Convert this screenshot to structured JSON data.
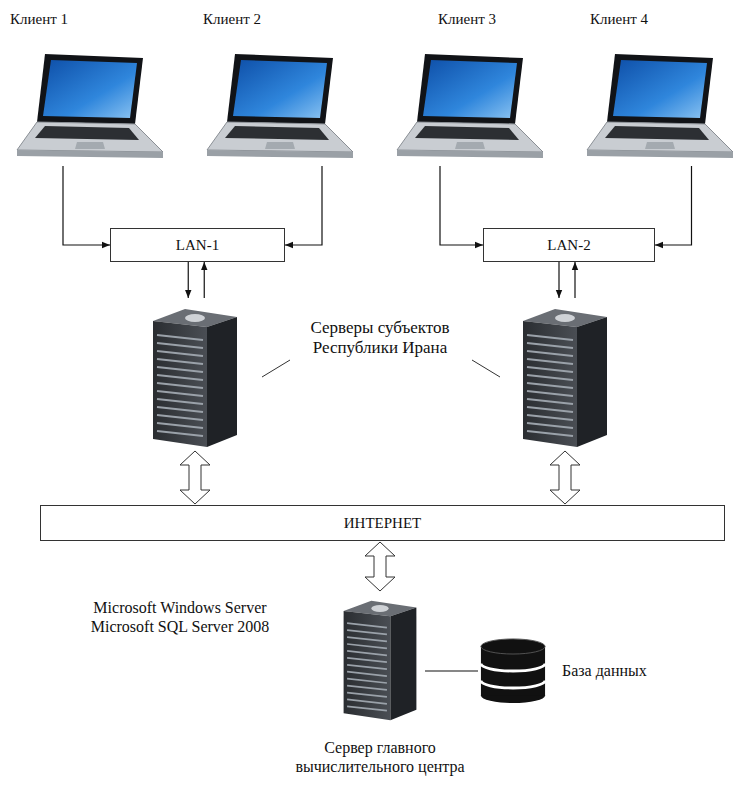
{
  "diagram": {
    "nodes": [
      {
        "text": [
          "Клиент 1"
        ]
      },
      {
        "text": [
          "Клиент 2"
        ]
      },
      {
        "text": [
          "Клиент 3"
        ]
      },
      {
        "text": [
          "Клиент 4"
        ]
      },
      {
        "text": [
          "LAN-1"
        ]
      },
      {
        "text": [
          "LAN-2"
        ]
      },
      {
        "text": []
      },
      {
        "text": []
      },
      {
        "text": [
          "ИНТЕРНЕТ"
        ]
      },
      {
        "text": [
          "Microsoft Windows Server Microsoft SQL Server 2008",
          "Сервер главного вычислительного центра"
        ]
      },
      {
        "text": [
          "База данных"
        ]
      }
    ],
    "edges": [
      {
        "from": 0,
        "to": 4,
        "arrow": "to"
      },
      {
        "from": 1,
        "to": 4,
        "arrow": "to"
      },
      {
        "from": 2,
        "to": 5,
        "arrow": "to"
      },
      {
        "from": 3,
        "to": 5,
        "arrow": "to"
      },
      {
        "from": 4,
        "to": 6,
        "arrow": "both"
      },
      {
        "from": 5,
        "to": 7,
        "arrow": "both"
      },
      {
        "from": 6,
        "to": 8,
        "arrow": "both"
      },
      {
        "from": 7,
        "to": 8,
        "arrow": "both"
      },
      {
        "from": 8,
        "to": 9,
        "arrow": "both"
      },
      {
        "from": 9,
        "to": 10,
        "arrow": "none"
      }
    ],
    "labels": [
      "Серверы субъектов Республики Ирана"
    ]
  }
}
